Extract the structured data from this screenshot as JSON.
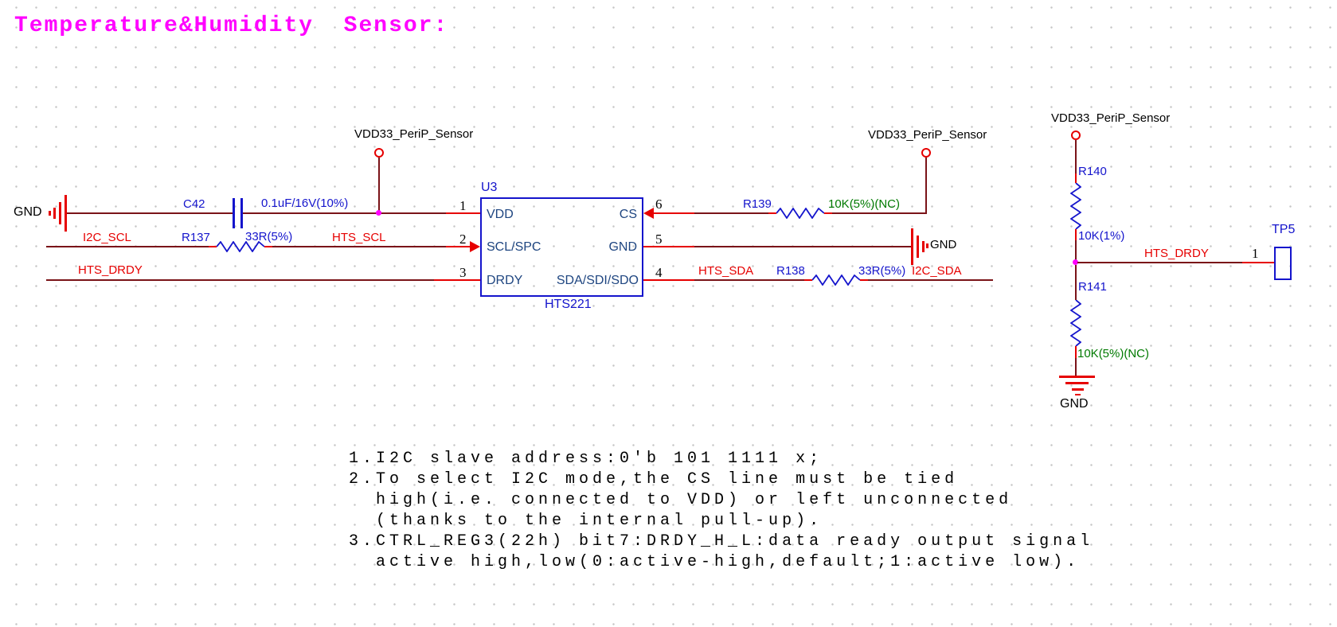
{
  "title": "Temperature&Humidity  Sensor:",
  "power_net": "VDD33_PeriP_Sensor",
  "ic": {
    "ref": "U3",
    "part": "HTS221",
    "pin_names": {
      "vdd": "VDD",
      "scl": "SCL/SPC",
      "drdy": "DRDY",
      "cs": "CS",
      "gnd": "GND",
      "sda": "SDA/SDI/SDO"
    },
    "pin_numbers": {
      "p1": "1",
      "p2": "2",
      "p3": "3",
      "p4": "4",
      "p5": "5",
      "p6": "6"
    }
  },
  "components": {
    "c42": {
      "ref": "C42",
      "value": "0.1uF/16V(10%)"
    },
    "r137": {
      "ref": "R137",
      "value": "33R(5%)"
    },
    "r138": {
      "ref": "R138",
      "value": "33R(5%)"
    },
    "r139": {
      "ref": "R139",
      "value": "10K(5%)(NC)"
    },
    "r140": {
      "ref": "R140",
      "value": "10K(1%)"
    },
    "r141": {
      "ref": "R141",
      "value": "10K(5%)(NC)"
    },
    "tp5": {
      "ref": "TP5",
      "pin": "1"
    }
  },
  "nets": {
    "gnd": "GND",
    "i2c_scl": "I2C_SCL",
    "hts_scl": "HTS_SCL",
    "hts_drdy": "HTS_DRDY",
    "hts_sda": "HTS_SDA",
    "i2c_sda": "I2C_SDA"
  },
  "notes": {
    "line1": "1.I2C slave address:0'b 101 1111 x;",
    "line2": "2.To select I2C mode,the CS line must be tied",
    "line3": "  high(i.e. connected to VDD) or left unconnected",
    "line4": "  (thanks to the internal pull-up).",
    "line5": "3.CTRL_REG3(22h) bit7:DRDY_H_L:data ready output signal",
    "line6": "  active high,low(0:active-high,default;1:active low)."
  },
  "colors": {
    "title": "#ff00ff",
    "wire": "#7a1318",
    "pin_stub": "#e60000",
    "component": "#1414cc",
    "pin_name": "#1e4580",
    "nc_value": "#007a00",
    "net_label": "#e60000",
    "junction": "#ff00ff"
  }
}
